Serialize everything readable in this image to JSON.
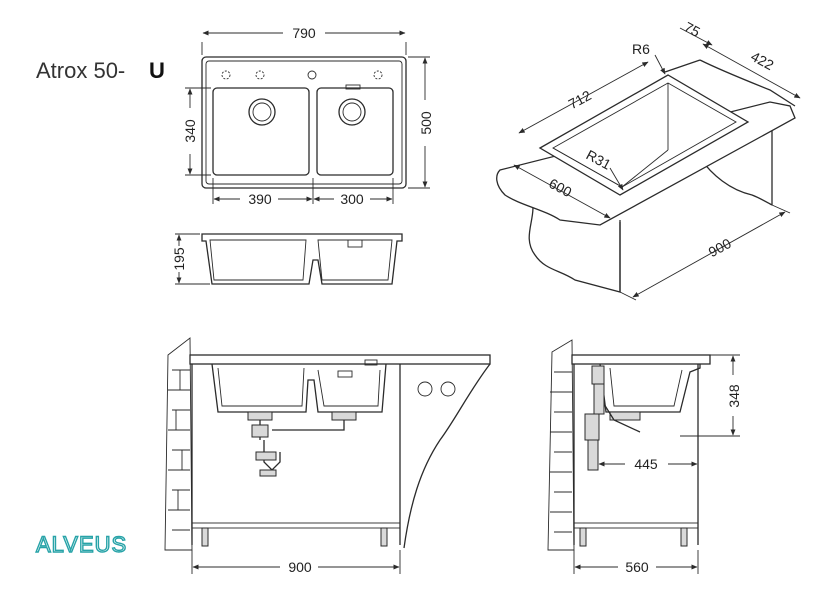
{
  "product": {
    "name": "Atrox 50-",
    "variant": "U"
  },
  "brand": {
    "logo_text": "ALVEUS",
    "color": "#27a3a8"
  },
  "dimensions": {
    "top_width": "790",
    "height_total": "500",
    "bowl_depth_inner": "340",
    "bowl_left_width": "390",
    "bowl_right_width": "300",
    "sink_depth": "195",
    "cutout_length": "712",
    "cutout_depth": "422",
    "edge_gap": "75",
    "corner_radius_small": "R6",
    "corner_radius_large": "R31",
    "counter_depth": "600",
    "cabinet_width_3d": "900",
    "cabinet_front_width": "900",
    "cabinet_side_depth": "560",
    "side_height": "348",
    "drain_offset": "445"
  }
}
